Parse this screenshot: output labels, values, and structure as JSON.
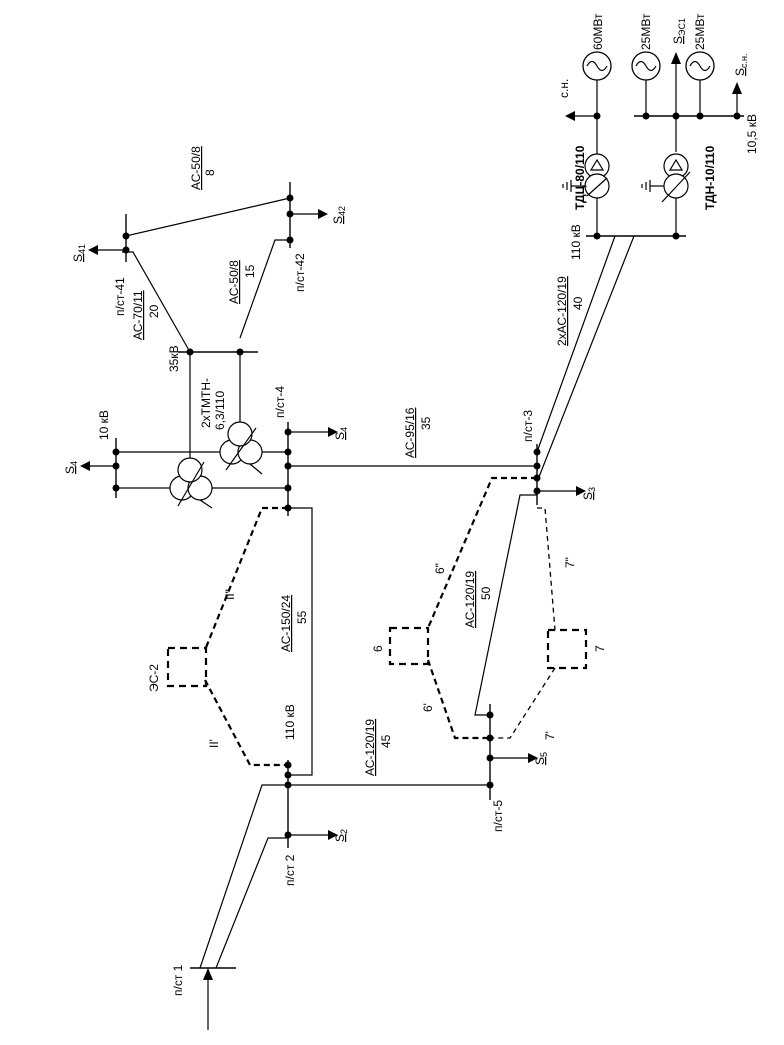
{
  "labels": {
    "ps1": "п/ст 1",
    "ps2": "п/ст 2",
    "ps3": "п/ст-3",
    "ps4": "п/ст-4",
    "ps5": "п/ст-5",
    "ps41": "п/ст-41",
    "ps42": "п/ст-42",
    "es2": "ЭС-2",
    "kv110_ps4": "110 кВ",
    "kv110_es1": "110 кВ",
    "kv10": "10 кВ",
    "kv35": "35кВ",
    "kv105": "10,5 кВ",
    "tmtn_1": "2хТМТН-",
    "tmtn_2": "6,3/110",
    "tdc": "ТДЦ-80/110",
    "tdn": "ТДН-10/110",
    "sn_left": "с.н.",
    "gen1": "60МВт",
    "gen2": "25МВт",
    "gen3": "25МВт",
    "s2": "S",
    "s2_sub": "2",
    "s3": "S",
    "s3_sub": "3",
    "s4": "S",
    "s4_sub": "4",
    "s4b": "S",
    "s4b_sub": "4",
    "s5": "S",
    "s5_sub": "5",
    "s41": "S",
    "s41_sub": "41",
    "s42": "S",
    "s42_sub": "42",
    "ses1": "S",
    "ses1_sub": "ЭС1",
    "ssn": "S",
    "ssn_sub": "с.н.",
    "mark_II_top": "II\"",
    "mark_II_bot": "II'",
    "mark_6": "6",
    "mark_6top": "6\"",
    "mark_6bot": "6'",
    "mark_7": "7",
    "mark_7top": "7\"",
    "mark_7bot": "7'"
  },
  "lines": {
    "l_ps1_ps2_wire": "АС-150/24",
    "l_ps1_ps2_len": "55",
    "l_ps2_ps5_wire": "АС-120/19",
    "l_ps2_ps5_len": "45",
    "l_ps5_ps3_wire": "АС-120/19",
    "l_ps5_ps3_len": "50",
    "l_ps4_ps3_wire": "АС-95/16",
    "l_ps4_ps3_len": "35",
    "l_es1_ps3_wire": "2хАС-120/19",
    "l_es1_ps3_len": "40",
    "l_35_41_wire": "АС-70/11",
    "l_35_41_len": "20",
    "l_35_42_wire": "АС-50/8",
    "l_35_42_len": "15",
    "l_41_42_wire": "АС-50/8",
    "l_41_42_len": "8"
  }
}
